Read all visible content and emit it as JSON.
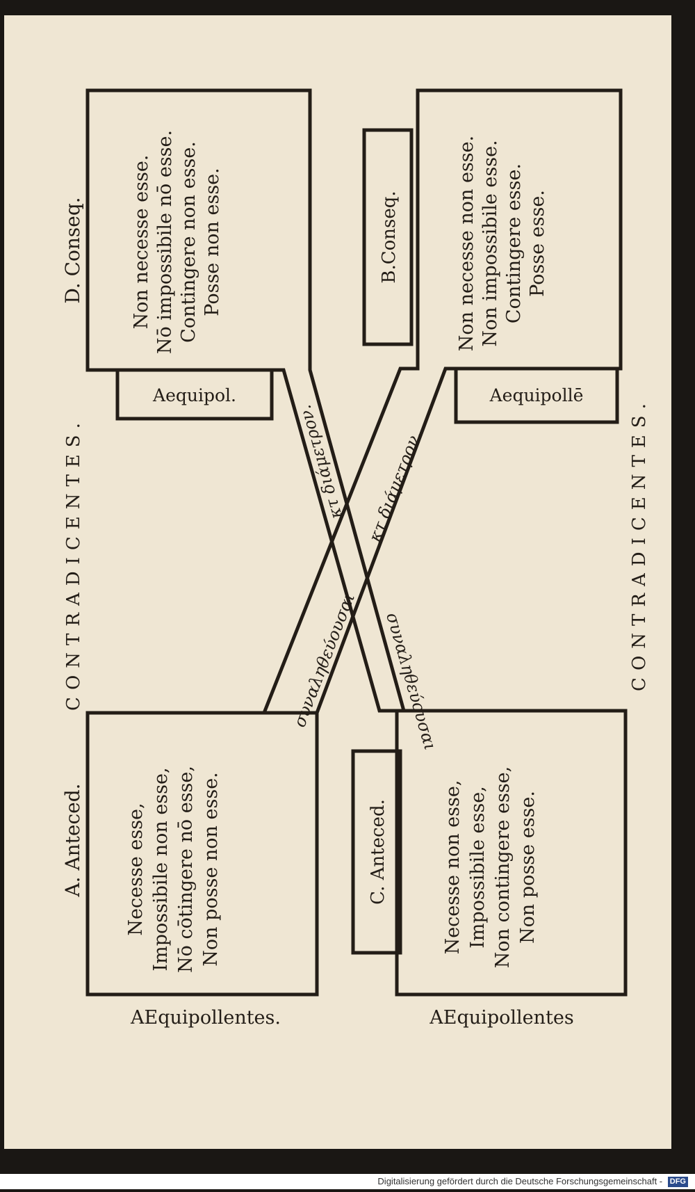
{
  "title_left": "CONTRADICENTES.",
  "title_right": "CONTRADICENTES.",
  "bottom_left": "AEquipollentes.",
  "bottom_right": "AEquipollentes",
  "label_d": "D. Conseq.",
  "label_a": "A. Anteced.",
  "label_b": "B.Conseq.",
  "label_c": "C. Anteced.",
  "tab_top_left": "Aequipol.",
  "tab_top_right": "Aequipollē",
  "box_d": [
    "Non necesse esse.",
    "Nō impossibile nō esse.",
    "Contingere non esse.",
    "Posse non esse."
  ],
  "box_b": [
    "Non necesse non esse.",
    "Non impossibile esse.",
    "Contingere esse.",
    "Posse esse."
  ],
  "box_a": [
    "Necesse esse,",
    "Impossibile non esse,",
    "Nō cōtingere nō esse,",
    "Non posse non esse."
  ],
  "box_c": [
    "Necesse non esse,",
    "Impossibile esse,",
    "Non contingere esse,",
    "Non posse esse."
  ],
  "band_upper_left": "κτ διάμετρον.",
  "band_upper_right": "κτ διάμετρον.",
  "band_lower_left": "συναληθεύουσαι",
  "band_lower_right": "συναληθεύουσαι",
  "footer": {
    "text": "Digitalisierung gefördert durch die Deutsche Forschungsgemeinschaft -",
    "logo": "DFG"
  }
}
